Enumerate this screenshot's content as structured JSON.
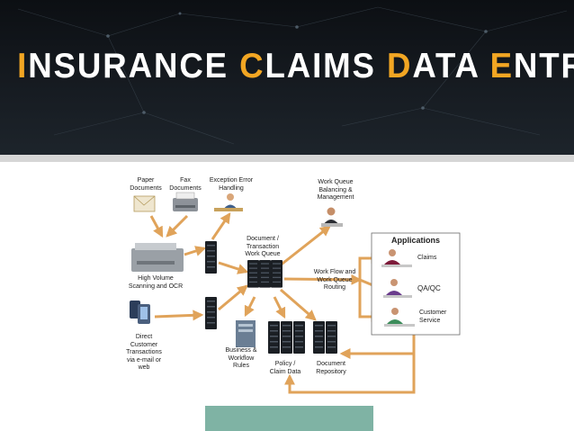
{
  "slide": {
    "title_parts": [
      {
        "initial": "I",
        "rest": "NSURANCE "
      },
      {
        "initial": "C",
        "rest": "LAIMS "
      },
      {
        "initial": "D",
        "rest": "ATA "
      },
      {
        "initial": "E",
        "rest": "NTRY"
      }
    ],
    "accent_color": "#f2a623",
    "arrow_color": "#e0a35a"
  },
  "diagram": {
    "paper_documents": "Paper\nDocuments",
    "fax_documents": "Fax\nDocuments",
    "exception_error_handling": "Exception Error\nHandling",
    "high_volume_scanning": "High Volume\nScanning and OCR",
    "direct_customer_transactions": "Direct\nCustomer\nTransactions\nvia e-mail or\nweb",
    "document_transaction_work_queue": "Document /\nTransaction\nWork Queue",
    "work_queue_balancing": "Work Queue\nBalancing &\nManagement",
    "work_flow_routing": "Work Flow and\nWork Queue\nRouting",
    "business_workflow_rules": "Business &\nWorkflow\nRules",
    "policy_claim_data": "Policy /\nClaim Data",
    "document_repository": "Document\nRepository",
    "applications_title": "Applications",
    "app_claims": "Claims",
    "app_qa_qc": "QA/QC",
    "app_customer_service": "Customer\nService"
  }
}
